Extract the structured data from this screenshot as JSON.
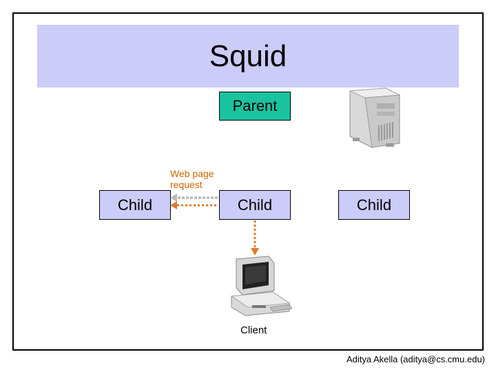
{
  "slide": {
    "title": "Squid",
    "footer": "Aditya Akella (aditya@cs.cmu.edu)"
  },
  "nodes": {
    "parent": "Parent",
    "children": [
      "Child",
      "Child",
      "Child"
    ],
    "client": "Client"
  },
  "edges": {
    "request_label": "Web page request"
  },
  "icons": {
    "server": "tower-server-icon",
    "client": "desktop-computer-icon"
  },
  "colors": {
    "title_band": "#ccccf9",
    "parent_fill": "#19c39f",
    "child_fill": "#ccccf9",
    "request_arrow": "#e07a2a",
    "peer_arrow": "#b8b8b8"
  }
}
